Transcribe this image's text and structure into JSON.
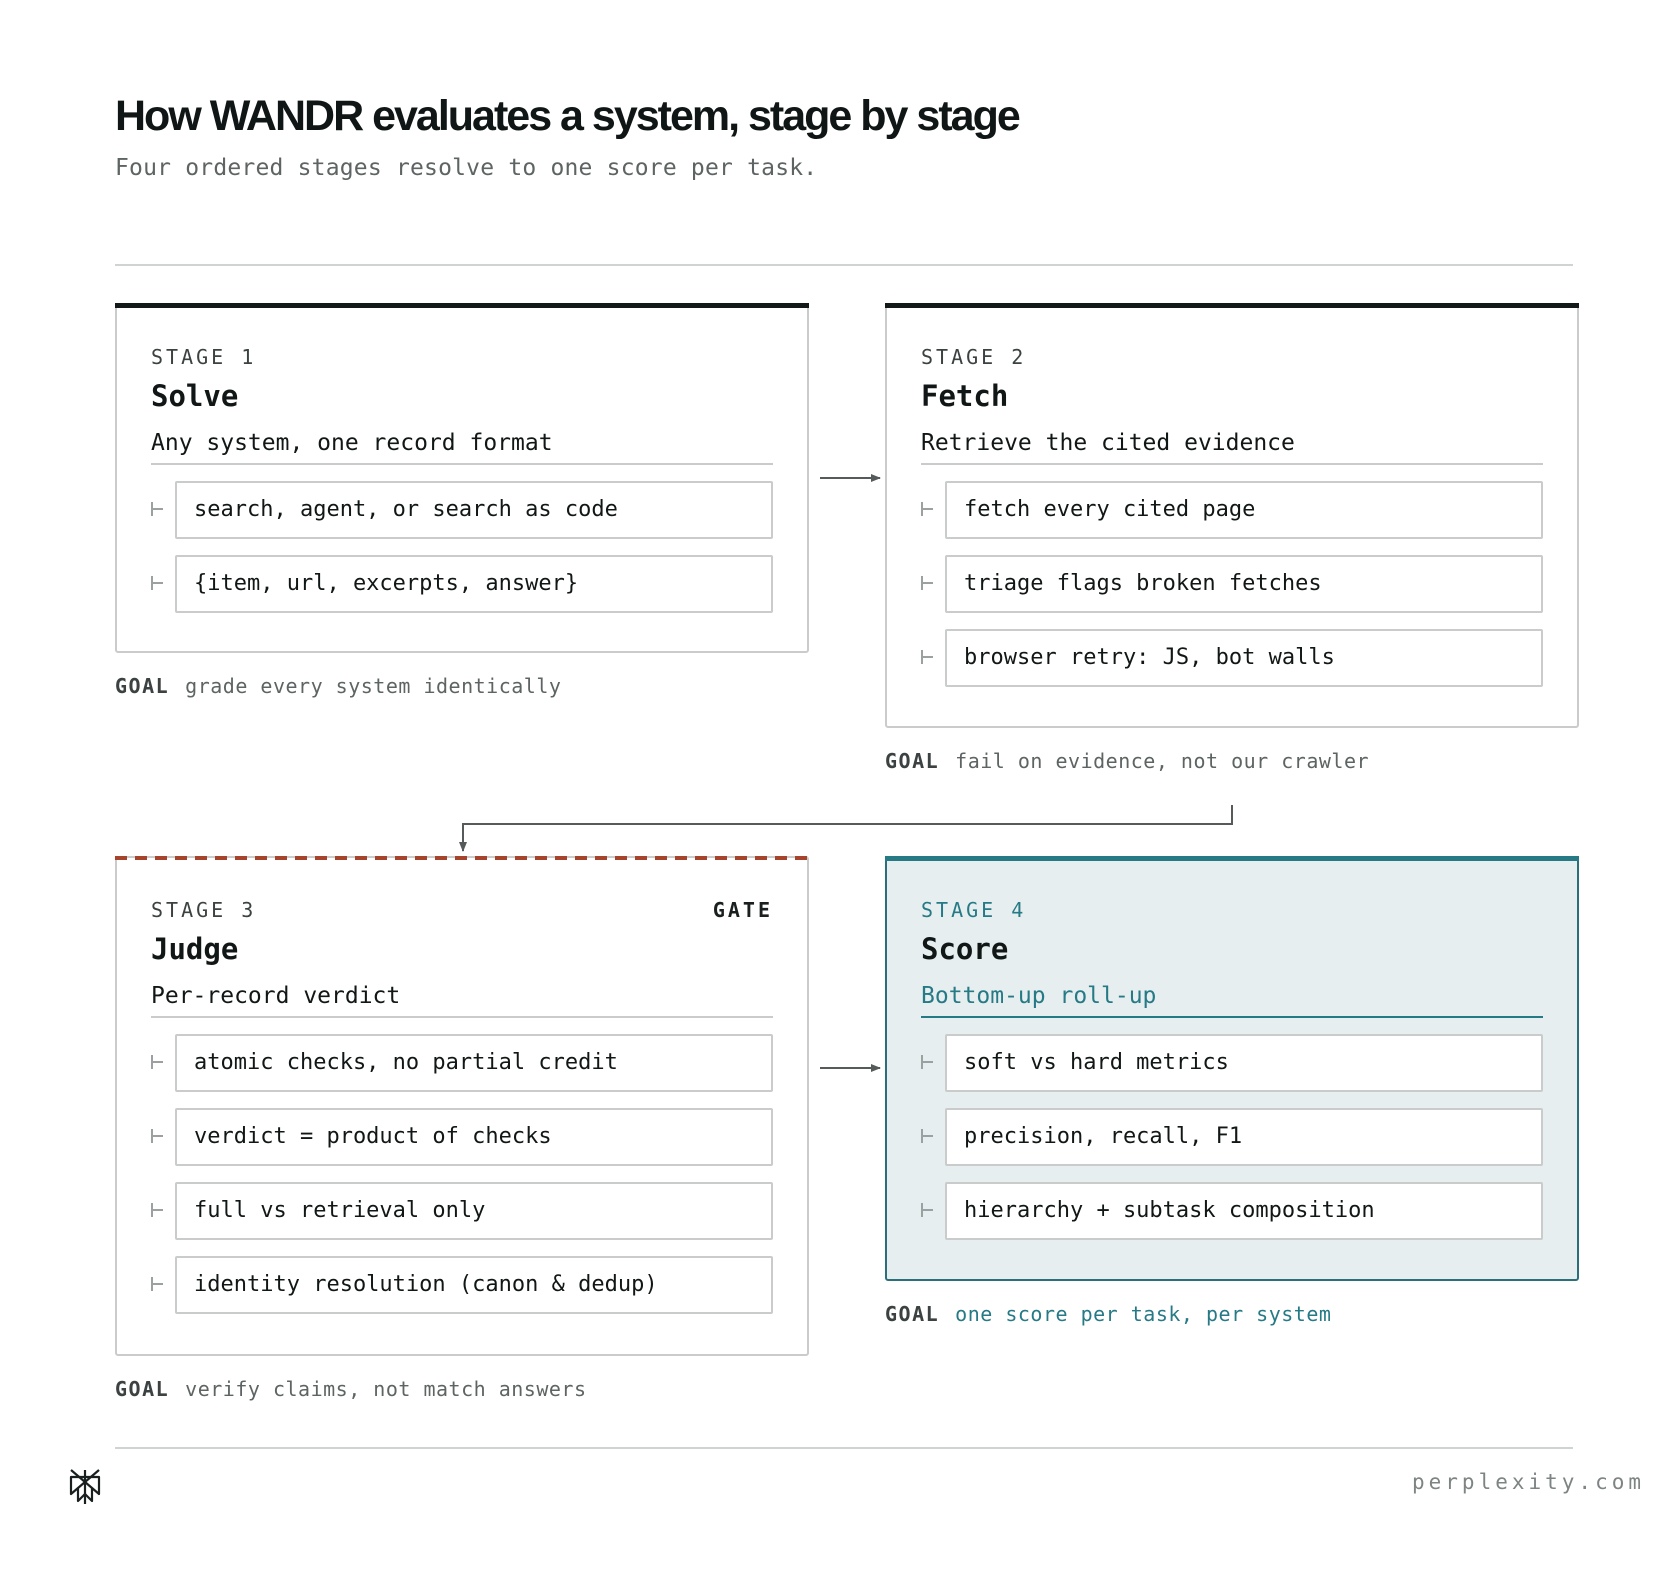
{
  "header": {
    "title": "How WANDR evaluates a system, stage by stage",
    "subtitle": "Four ordered stages resolve to one score per task."
  },
  "stages": [
    {
      "label": "STAGE 1",
      "name": "Solve",
      "description": "Any system, one record format",
      "items": [
        "search, agent, or search as code",
        "{item, url, excerpts, answer}"
      ],
      "goal_key": "GOAL",
      "goal": "grade every system identically"
    },
    {
      "label": "STAGE 2",
      "name": "Fetch",
      "description": "Retrieve the cited evidence",
      "items": [
        "fetch every cited page",
        "triage flags broken fetches",
        "browser retry: JS, bot walls"
      ],
      "goal_key": "GOAL",
      "goal": "fail on evidence, not our crawler"
    },
    {
      "label": "STAGE 3",
      "tag": "GATE",
      "name": "Judge",
      "description": "Per-record verdict",
      "items": [
        "atomic checks, no partial credit",
        "verdict = product of checks",
        "full vs retrieval only",
        "identity resolution (canon & dedup)"
      ],
      "goal_key": "GOAL",
      "goal": "verify claims, not match answers"
    },
    {
      "label": "STAGE 4",
      "name": "Score",
      "description": "Bottom-up roll-up",
      "items": [
        "soft vs hard metrics",
        "precision, recall, F1",
        "hierarchy + subtask composition"
      ],
      "goal_key": "GOAL",
      "goal": "one score per task, per system"
    }
  ],
  "footer": {
    "site": "perplexity.com",
    "logo_icon": "perplexity-logo-icon"
  },
  "colors": {
    "ink": "#121a19",
    "gate_accent": "#a5432b",
    "score_accent": "#267a86",
    "score_fill": "#e6eeef"
  }
}
